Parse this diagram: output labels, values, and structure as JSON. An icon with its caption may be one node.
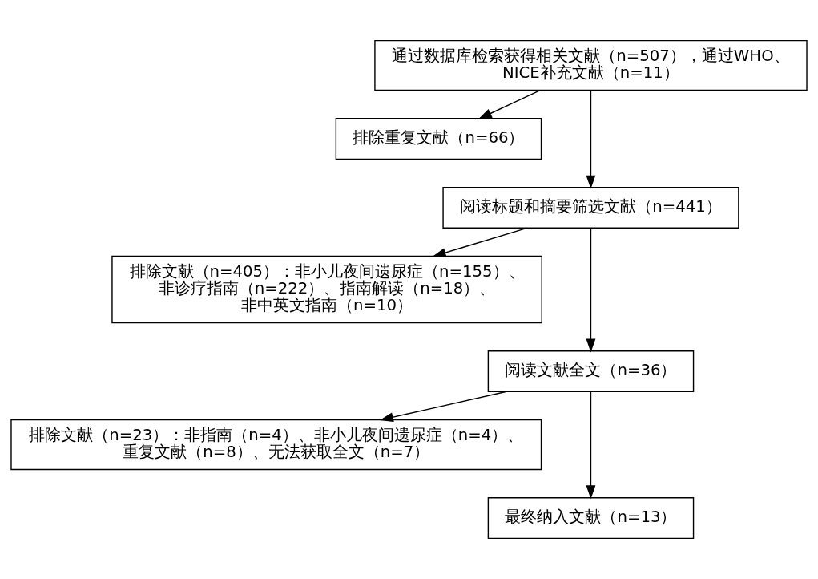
{
  "diagram": {
    "nodes": [
      {
        "text": [
          "通过数据库检索获得相关文献（n=507），通过WHO、NICE补充文献（n=11）"
        ]
      },
      {
        "text": [
          "排除重复文献（n=66）"
        ]
      },
      {
        "text": [
          "阅读标题和摘要筛选文献（n=441）"
        ]
      },
      {
        "text": [
          "排除文献（n=405）：非小儿夜间遗尿症（n=155）、非诊疗指南（n=222）、指南解读（n=18）、非中英文指南（n=10）"
        ]
      },
      {
        "text": [
          "阅读文献全文（n=36）"
        ]
      },
      {
        "text": [
          "排除文献（n=23）：非指南（n=4）、非小儿夜间遗尿症（n=4）、重复文献（n=8）、无法获取全文（n=7）"
        ]
      },
      {
        "text": [
          "最终纳入文献（n=13）"
        ]
      }
    ],
    "edges": [
      {
        "from": 0,
        "to": 2,
        "arrow": "to"
      },
      {
        "from": 0,
        "to": 1,
        "arrow": "to"
      },
      {
        "from": 2,
        "to": 4,
        "arrow": "to"
      },
      {
        "from": 2,
        "to": 3,
        "arrow": "to"
      },
      {
        "from": 4,
        "to": 6,
        "arrow": "to"
      },
      {
        "from": 4,
        "to": 5,
        "arrow": "to"
      }
    ]
  }
}
